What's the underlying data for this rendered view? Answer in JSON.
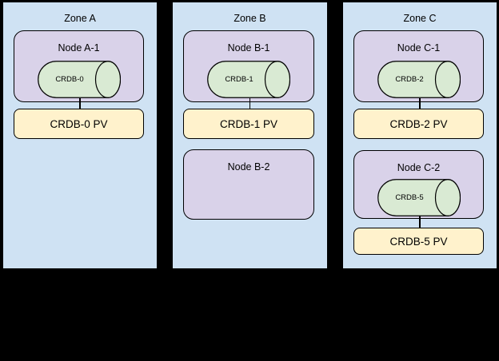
{
  "colors": {
    "background": "#000000",
    "zone_fill": "#cfe2f3",
    "node_fill": "#d9d2e9",
    "db_fill": "#d9ead3",
    "pv_fill": "#fff2cc",
    "border": "#000000"
  },
  "zones": [
    {
      "title": "Zone A",
      "nodes": [
        {
          "label": "Node A-1",
          "db": "CRDB-0",
          "pv": "CRDB-0 PV"
        }
      ]
    },
    {
      "title": "Zone B",
      "nodes": [
        {
          "label": "Node B-1",
          "db": "CRDB-1",
          "pv": "CRDB-1 PV"
        },
        {
          "label": "Node B-2"
        }
      ]
    },
    {
      "title": "Zone C",
      "nodes": [
        {
          "label": "Node C-1",
          "db": "CRDB-2",
          "pv": "CRDB-2 PV"
        },
        {
          "label": "Node C-2",
          "db": "CRDB-5",
          "pv": "CRDB-5 PV"
        }
      ]
    }
  ]
}
